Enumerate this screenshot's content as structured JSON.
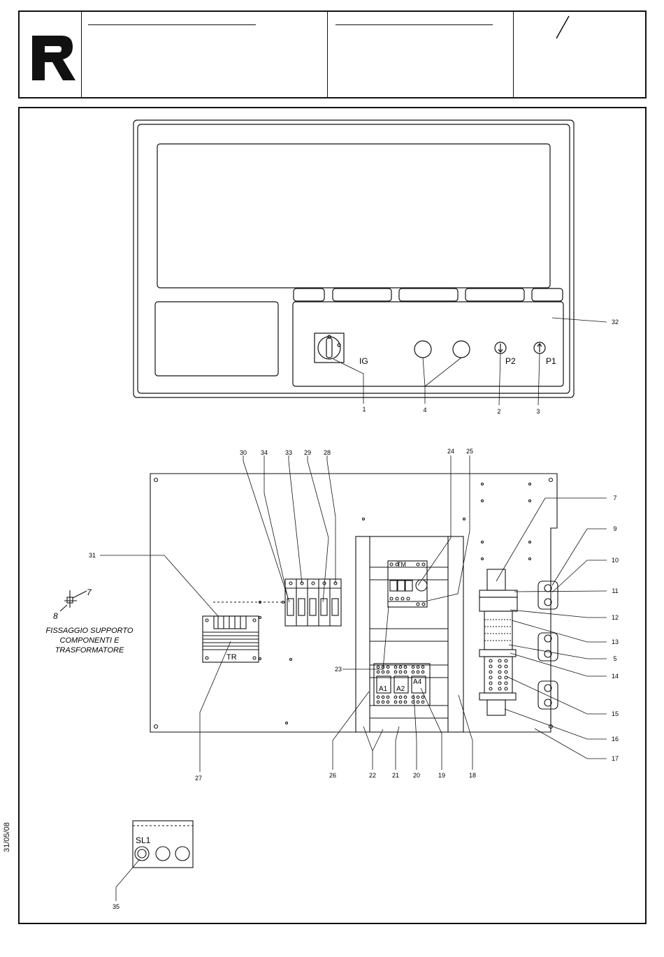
{
  "title_block": {
    "sheet_mark": "/"
  },
  "date_stamp": "31/05/08",
  "front_panel": {
    "switch_label": "IG",
    "pushbutton_labels": [
      "P2",
      "P1"
    ]
  },
  "mounting_plate": {
    "transformer_label": "TR",
    "breaker_label": "TM",
    "relay_labels": [
      "A1",
      "A2",
      "A4"
    ],
    "note_lines": [
      "FISSAGGIO SUPPORTO",
      "COMPONENTI E",
      "TRASFORMATORE"
    ],
    "note_callouts": [
      "7",
      "8"
    ]
  },
  "lamp_panel": {
    "label": "SL1"
  },
  "callouts": [
    "1",
    "2",
    "3",
    "4",
    "5",
    "7",
    "9",
    "10",
    "11",
    "12",
    "13",
    "14",
    "15",
    "16",
    "17",
    "18",
    "19",
    "20",
    "21",
    "22",
    "23",
    "24",
    "25",
    "26",
    "27",
    "28",
    "29",
    "30",
    "31",
    "32",
    "33",
    "34",
    "35"
  ],
  "colors": {
    "ink": "#111111",
    "paper": "#ffffff"
  }
}
